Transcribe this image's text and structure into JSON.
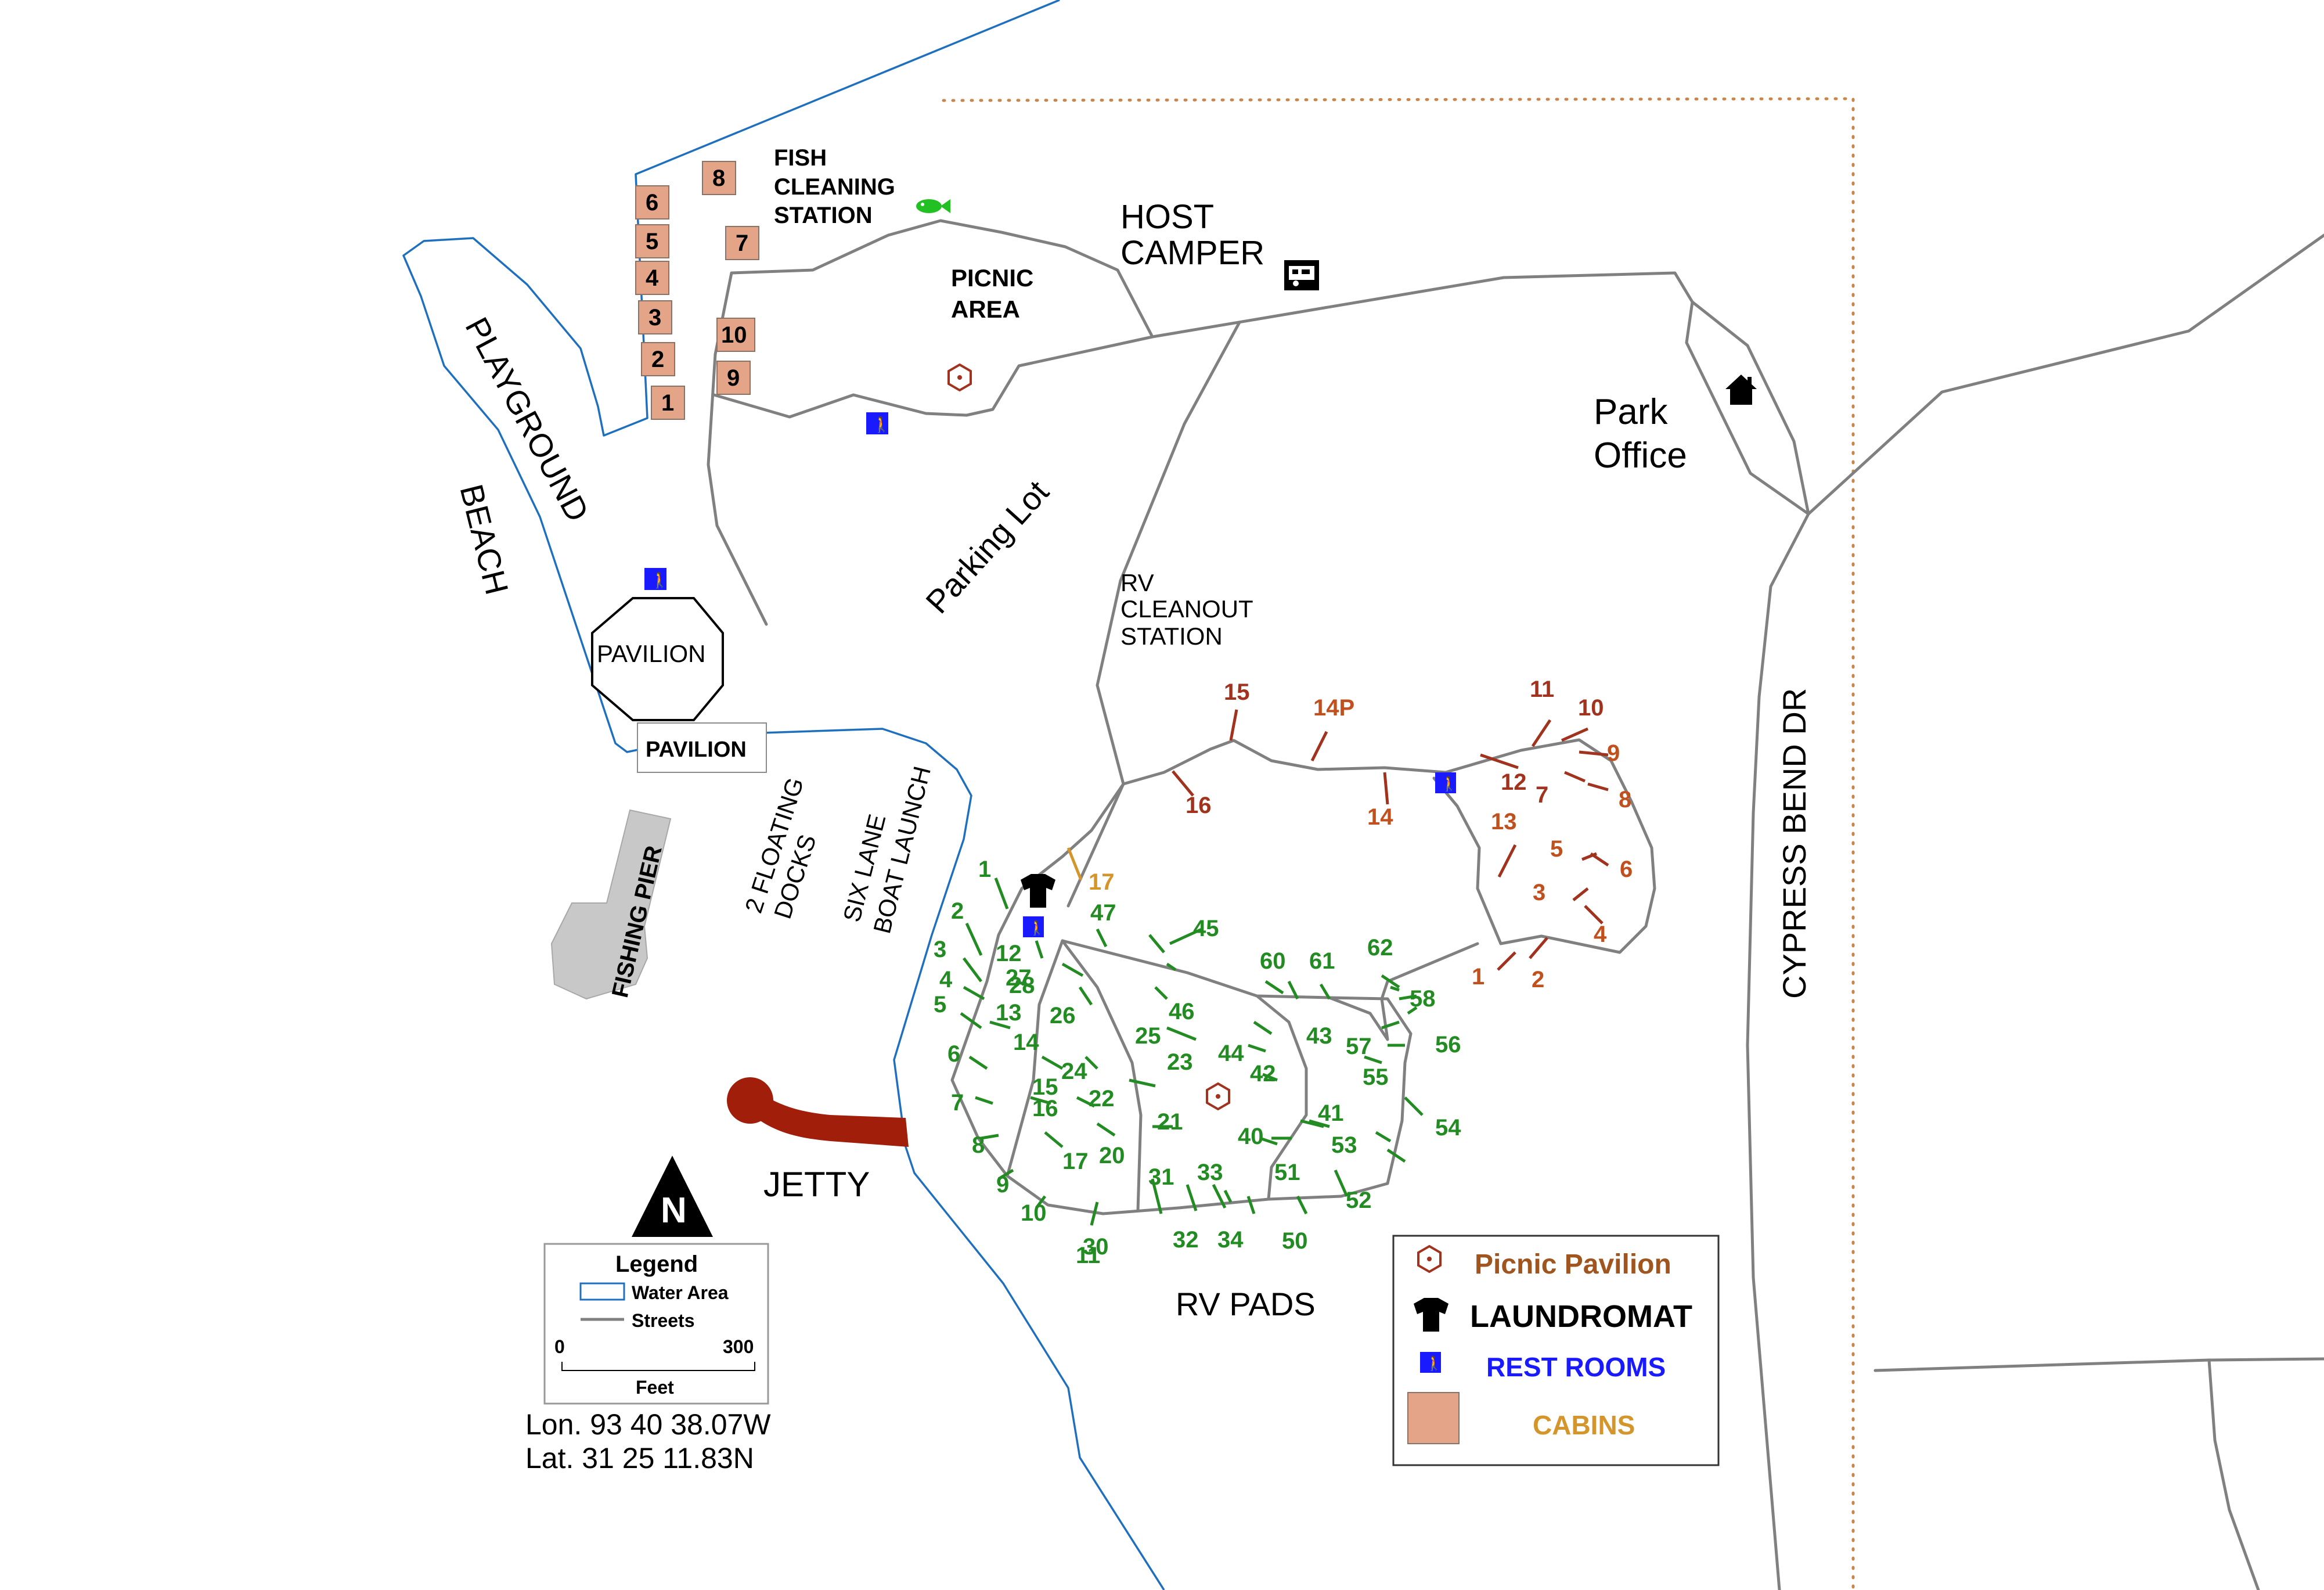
{
  "colors": {
    "water": "#1f6fbf",
    "streets": "#808080",
    "cabins": "#e3a488",
    "rv_sites": "#228b22",
    "tent_sites": "#a0321e",
    "jetty": "#a01e0a",
    "pier": "#c8c8c8",
    "pavilion_icon": "#a0321e",
    "legend_pavilion_text": "#a0541e",
    "legend_restroom_text": "#1a1aff",
    "legend_cabins_text": "#d4952a"
  },
  "labels": {
    "fish_cleaning": [
      "FISH",
      "CLEANING",
      "STATION"
    ],
    "host_camper": [
      "HOST",
      "CAMPER"
    ],
    "picnic_area": [
      "PICNIC",
      "AREA"
    ],
    "park_office": [
      "Park",
      "Office"
    ],
    "playground": "PLAYGROUND",
    "beach": "BEACH",
    "parking_lot": "Parking Lot",
    "rv_cleanout": [
      "RV",
      "CLEANOUT",
      "STATION"
    ],
    "pavilion_octagon": "PAVILION",
    "pavilion_box": "PAVILION",
    "fishing_pier": "FISHING PIER",
    "floating_docks": [
      "2 FLOATING",
      "DOCKS"
    ],
    "boat_launch": [
      "SIX LANE",
      "BOAT LAUNCH"
    ],
    "cypress_bend": "CYPRESS BEND DR",
    "jetty": "JETTY",
    "rv_pads": "RV PADS"
  },
  "cabins": [
    "6",
    "5",
    "4",
    "3",
    "2",
    "1",
    "8",
    "7",
    "10",
    "9"
  ],
  "tent_sites": [
    "15",
    "14P",
    "11",
    "10",
    "9",
    "16",
    "12",
    "7",
    "8",
    "14",
    "13",
    "5",
    "6",
    "3",
    "4",
    "1",
    "2"
  ],
  "site_17": "17",
  "rv_sites": [
    "1",
    "2",
    "3",
    "4",
    "5",
    "6",
    "7",
    "8",
    "9",
    "10",
    "11",
    "12",
    "13",
    "14",
    "15",
    "16",
    "17",
    "20",
    "21",
    "22",
    "23",
    "24",
    "25",
    "26",
    "27",
    "28",
    "30",
    "31",
    "32",
    "33",
    "34",
    "40",
    "41",
    "42",
    "43",
    "44",
    "45",
    "46",
    "47",
    "50",
    "51",
    "52",
    "53",
    "54",
    "55",
    "56",
    "57",
    "58",
    "60",
    "61",
    "62"
  ],
  "north": {
    "letter": "N"
  },
  "legend": {
    "title": "Legend",
    "water": "Water Area",
    "streets": "Streets",
    "scale_min": "0",
    "scale_max": "300",
    "scale_unit": "Feet"
  },
  "coords": {
    "lon": "Lon.  93 40 38.07W",
    "lat": "Lat.  31 25 11.83N"
  },
  "key": {
    "picnic": "Picnic Pavilion",
    "laundromat": "LAUNDROMAT",
    "restrooms": "REST ROOMS",
    "cabins": "CABINS"
  }
}
